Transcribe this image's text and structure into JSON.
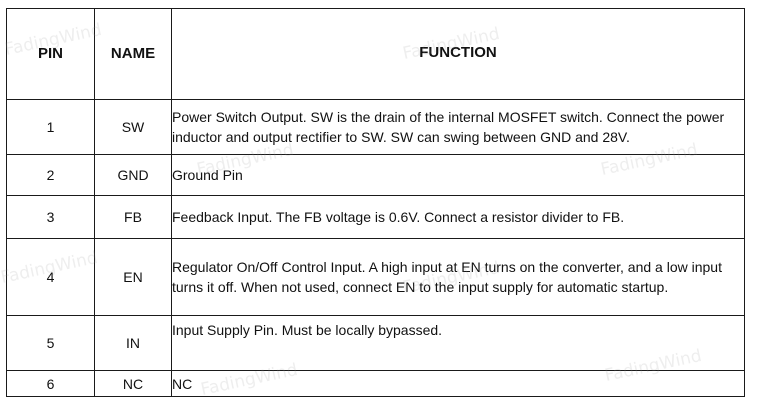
{
  "table": {
    "headers": {
      "pin": "PIN",
      "name": "NAME",
      "function": "FUNCTION"
    },
    "rows": [
      {
        "pin": "1",
        "name": "SW",
        "function": "Power Switch Output. SW is the drain of the internal MOSFET switch. Connect the power inductor and output rectifier to SW. SW can swing between GND and 28V."
      },
      {
        "pin": "2",
        "name": "GND",
        "function": "Ground Pin"
      },
      {
        "pin": "3",
        "name": "FB",
        "function": "Feedback Input. The FB voltage is 0.6V. Connect a resistor divider to FB."
      },
      {
        "pin": "4",
        "name": "EN",
        "function": "Regulator On/Off Control Input. A high input at EN turns on the converter, and a low input turns it off. When not used, connect EN to the input supply for automatic startup."
      },
      {
        "pin": "5",
        "name": "IN",
        "function": "Input Supply Pin. Must be locally bypassed."
      },
      {
        "pin": "6",
        "name": "NC",
        "function": "NC"
      }
    ]
  },
  "watermark": {
    "text": "FadingWind"
  }
}
